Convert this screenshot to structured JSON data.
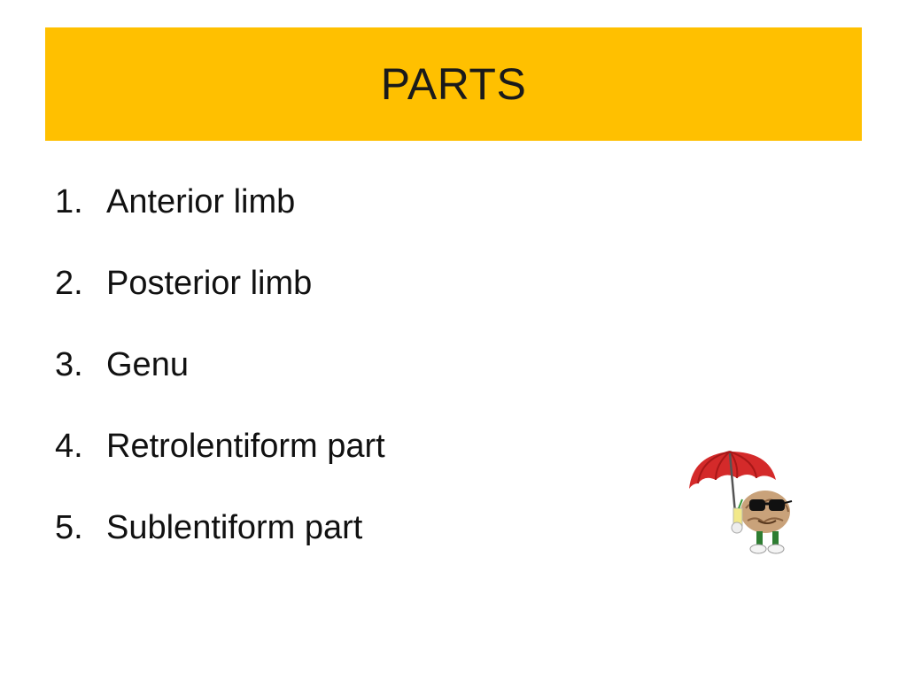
{
  "slide": {
    "title": "PARTS",
    "items": [
      {
        "number": "1.",
        "label": "Anterior limb"
      },
      {
        "number": "2.",
        "label": "Posterior limb"
      },
      {
        "number": "3.",
        "label": "Genu"
      },
      {
        "number": "4.",
        "label": "Retrolentiform part"
      },
      {
        "number": "5.",
        "label": "Sublentiform part"
      }
    ]
  },
  "colors": {
    "title_bar": "#FFC000",
    "background": "#FFFFFF",
    "text": "#111111"
  },
  "icons": {
    "clipart": "brain-with-umbrella-and-sunglasses-icon"
  }
}
